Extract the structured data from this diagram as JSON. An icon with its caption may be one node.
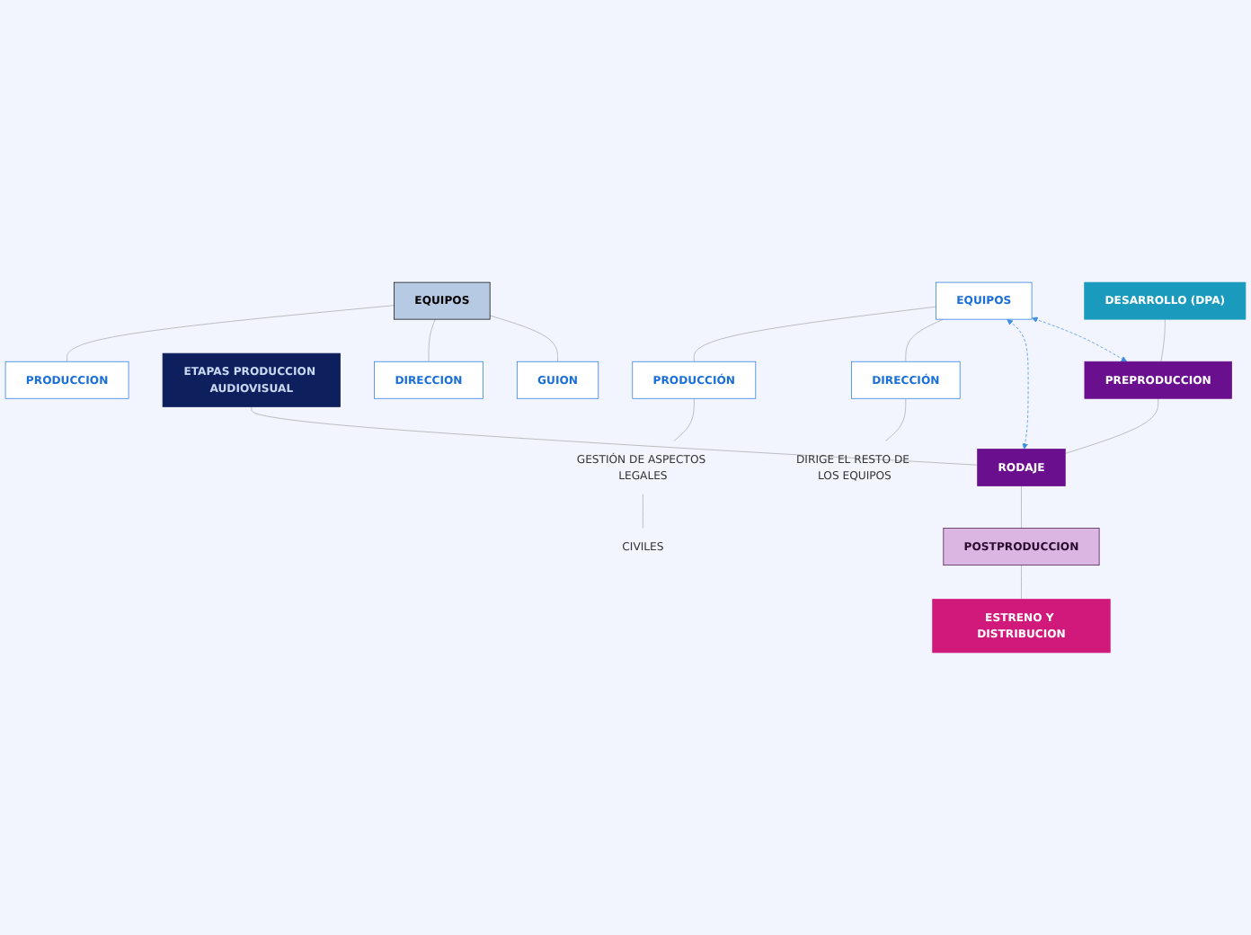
{
  "diagram": {
    "nodes": [
      {
        "text": [
          "DESARROLLO (DPA)"
        ]
      },
      {
        "text": [
          "PREPRODUCCION"
        ]
      },
      {
        "text": [
          "RODAJE"
        ]
      },
      {
        "text": [
          "POSTPRODUCCION"
        ]
      },
      {
        "text": [
          "ESTRENO Y DISTRIBUCION"
        ]
      },
      {
        "text": [
          "ETAPAS PRODUCCION AUDIOVISUAL"
        ]
      },
      {
        "text": [
          "EQUIPOS"
        ]
      },
      {
        "text": [
          "GUION"
        ]
      },
      {
        "text": [
          "DIRECCION"
        ]
      },
      {
        "text": [
          "PRODUCCION"
        ]
      },
      {
        "text": [
          "EQUIPOS"
        ]
      },
      {
        "text": [
          "DIRECCIÓN"
        ]
      },
      {
        "text": [
          "DIRIGE EL RESTO DE LOS EQUIPOS"
        ]
      },
      {
        "text": [
          "PRODUCCIÓN"
        ]
      },
      {
        "text": [
          "GESTIÓN DE ASPECTOS LEGALES"
        ]
      },
      {
        "text": [
          "CIVILES"
        ]
      }
    ],
    "edges": [
      {
        "from": 0,
        "to": 1,
        "arrow": "none"
      },
      {
        "from": 1,
        "to": 2,
        "arrow": "none"
      },
      {
        "from": 2,
        "to": 3,
        "arrow": "none"
      },
      {
        "from": 3,
        "to": 4,
        "arrow": "none"
      },
      {
        "from": 5,
        "to": 2,
        "arrow": "none"
      },
      {
        "from": 10,
        "to": 1,
        "arrow": "both",
        "style": "dashed",
        "color": "#3d8fe6"
      },
      {
        "from": 10,
        "to": 2,
        "arrow": "both",
        "style": "dashed",
        "color": "#3d8fe6"
      },
      {
        "from": 6,
        "to": 7,
        "arrow": "none"
      },
      {
        "from": 6,
        "to": 8,
        "arrow": "none"
      },
      {
        "from": 6,
        "to": 9,
        "arrow": "none"
      },
      {
        "from": 10,
        "to": 11,
        "arrow": "none"
      },
      {
        "from": 11,
        "to": 12,
        "arrow": "none"
      },
      {
        "from": 10,
        "to": 13,
        "arrow": "none"
      },
      {
        "from": 13,
        "to": 14,
        "arrow": "none"
      },
      {
        "from": 14,
        "to": 15,
        "arrow": "none"
      }
    ]
  }
}
